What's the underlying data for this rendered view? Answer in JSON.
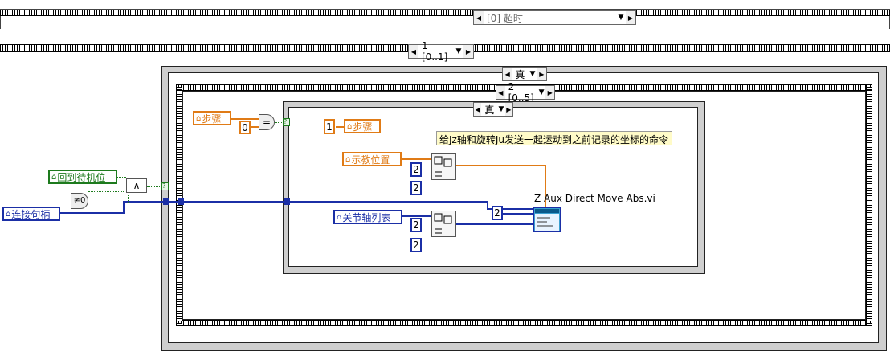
{
  "outer_case": {
    "selector_label": "[0] 超时"
  },
  "sequence_outer": {
    "selector_label": "1 [0..1]"
  },
  "case_true_outer": {
    "selector_label": "真"
  },
  "sequence_inner": {
    "selector_label": "2 [0..5]"
  },
  "case_true_inner": {
    "selector_label": "真"
  },
  "nodes": {
    "step_local": "步骤",
    "step_const_0": "0",
    "step_const_1": "1",
    "step_target": "步骤",
    "teach_pos": "示教位置",
    "joint_list": "关节轴列表",
    "return_standby": "回到待机位",
    "conn_handle": "连接句柄",
    "const_2a": "2",
    "const_2b": "2",
    "const_2c": "2",
    "const_2d": "2",
    "const_2e": "2",
    "compare": "=",
    "not_equal_zero": "≠0",
    "and_op": "∧"
  },
  "comment": "给Jz轴和旋转Ju发送一起运动到之前记录的坐标的命令",
  "subvi_label": "Z Aux Direct Move Abs.vi"
}
